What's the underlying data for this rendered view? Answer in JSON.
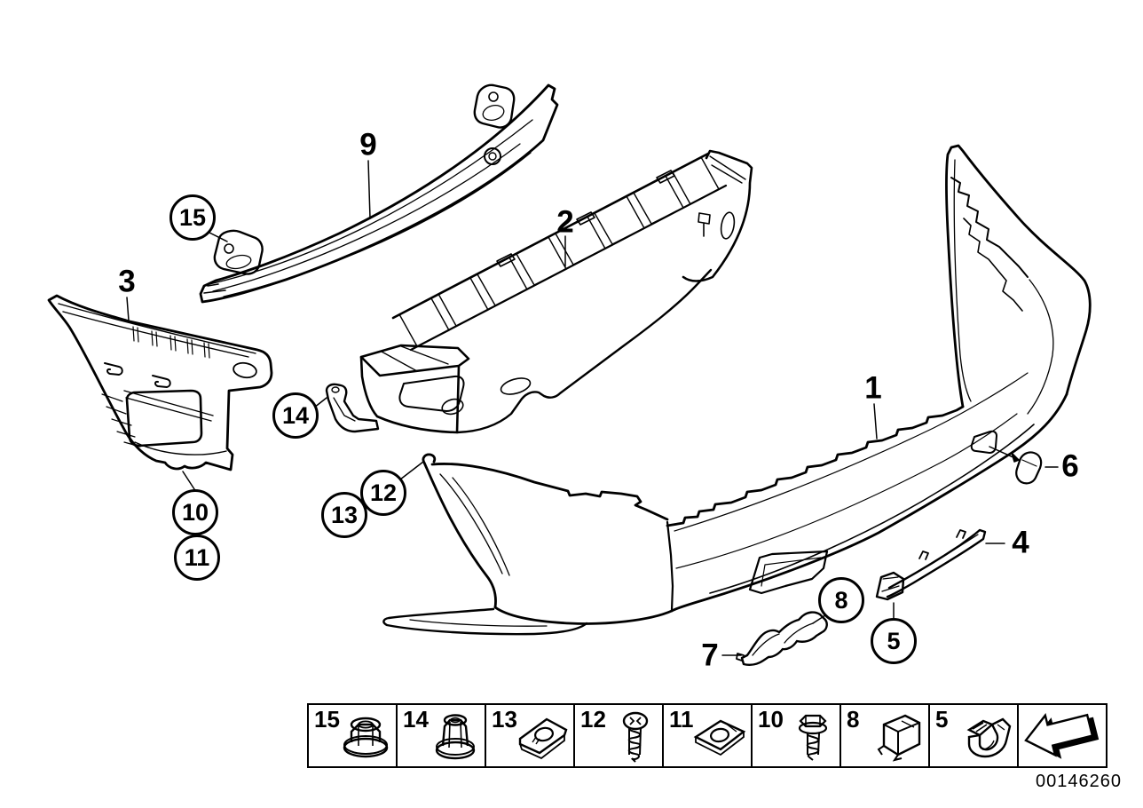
{
  "page": {
    "background": "#ffffff",
    "line_color": "#000000"
  },
  "diagram": {
    "doc_number": "00146260",
    "callouts": [
      {
        "label": "9",
        "style": "plain"
      },
      {
        "label": "15",
        "style": "circled"
      },
      {
        "label": "3",
        "style": "plain"
      },
      {
        "label": "2",
        "style": "plain"
      },
      {
        "label": "14",
        "style": "circled"
      },
      {
        "label": "12",
        "style": "circled"
      },
      {
        "label": "13",
        "style": "circled"
      },
      {
        "label": "10",
        "style": "circled"
      },
      {
        "label": "11",
        "style": "circled"
      },
      {
        "label": "1",
        "style": "plain"
      },
      {
        "label": "6",
        "style": "plain"
      },
      {
        "label": "4",
        "style": "plain"
      },
      {
        "label": "8",
        "style": "circled"
      },
      {
        "label": "5",
        "style": "circled"
      },
      {
        "label": "7",
        "style": "plain"
      }
    ],
    "legend": {
      "items": [
        {
          "number": "15",
          "icon": "flange-nut-icon"
        },
        {
          "number": "14",
          "icon": "plastic-cap-nut-icon"
        },
        {
          "number": "13",
          "icon": "sheet-metal-nut-icon"
        },
        {
          "number": "12",
          "icon": "phillips-screw-icon"
        },
        {
          "number": "11",
          "icon": "sheet-metal-nut-icon"
        },
        {
          "number": "10",
          "icon": "hex-screw-icon"
        },
        {
          "number": "8",
          "icon": "expansion-clip-icon"
        },
        {
          "number": "5",
          "icon": "retainer-clip-icon"
        }
      ],
      "back_arrow_icon": "back-arrow-icon"
    }
  }
}
